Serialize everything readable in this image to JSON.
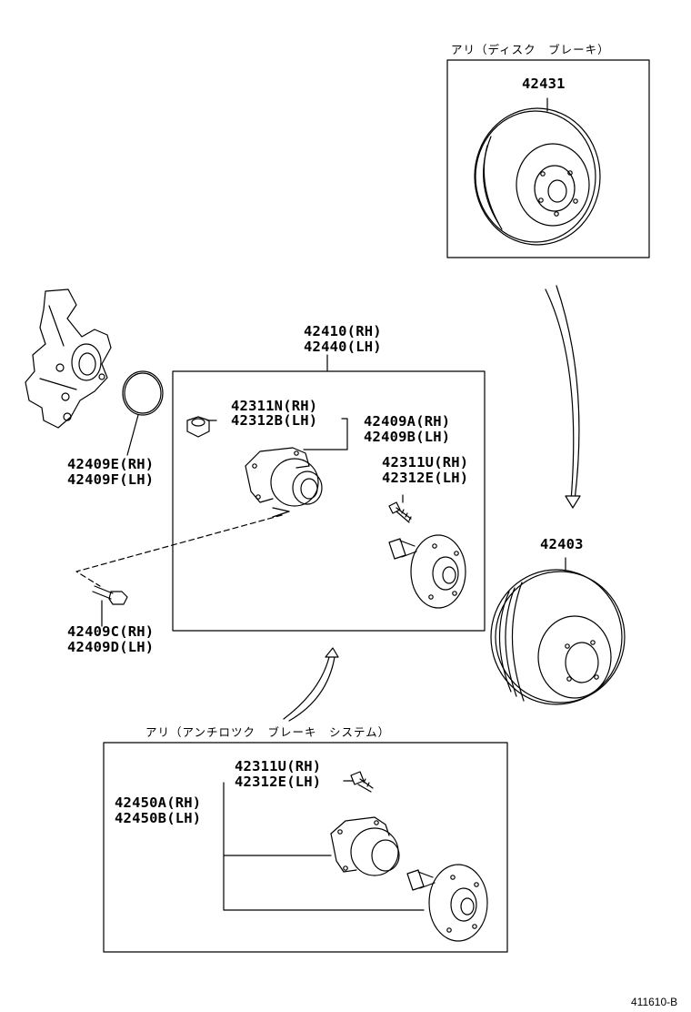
{
  "captions": {
    "disc_brake": "アリ（ディスク　ブレーキ）",
    "abs": "アリ（アンチロツク　ブレーキ　システム）"
  },
  "labels": {
    "disc_rotor": "42431",
    "brake_drum": "42403",
    "hub_assy_rh": "42410(RH)",
    "hub_assy_lh": "42440(LH)",
    "nut_rh": "42311N(RH)",
    "nut_lh": "42312B(LH)",
    "bearing_rh": "42409A(RH)",
    "bearing_lh": "42409B(LH)",
    "hub_bolt_rh": "42311U(RH)",
    "hub_bolt_lh": "42312E(LH)",
    "o_ring_rh": "42409E(RH)",
    "o_ring_lh": "42409F(LH)",
    "bolt_rh": "42409C(RH)",
    "bolt_lh": "42409D(LH)",
    "abs_bolt_rh": "42311U(RH)",
    "abs_bolt_lh": "42312E(LH)",
    "abs_hub_rh": "42450A(RH)",
    "abs_hub_lh": "42450B(LH)"
  },
  "ref_number": "411610-B",
  "icons": [
    "knuckle-icon",
    "o-ring-icon",
    "disc-rotor-icon",
    "brake-drum-icon",
    "hub-nut-icon",
    "bearing-housing-icon",
    "hub-bolt-icon",
    "axle-hub-icon",
    "flange-bolt-icon",
    "arrow-icon"
  ]
}
